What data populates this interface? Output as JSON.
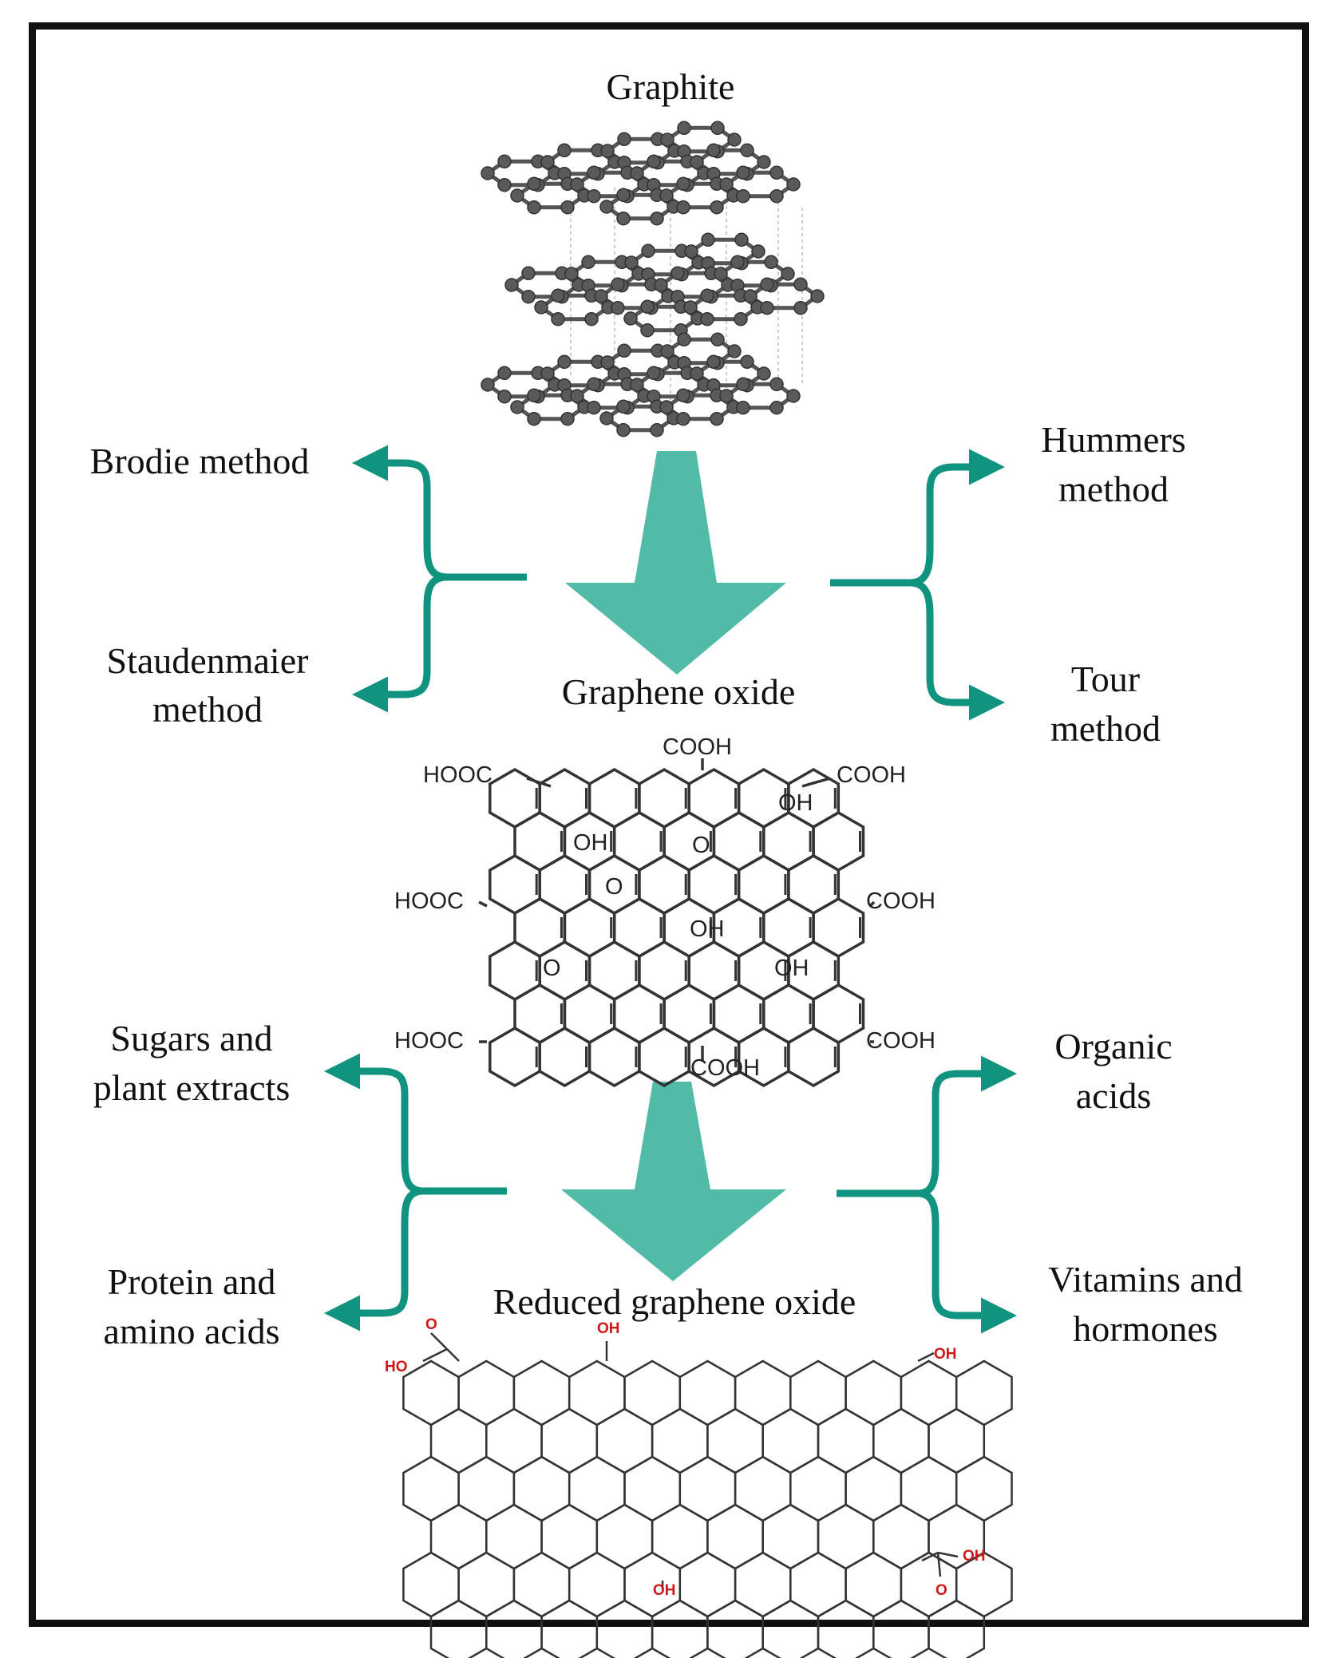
{
  "colors": {
    "accent": "#10937f",
    "arrow_fill": "#52bba8",
    "atom": "#5a5a5a",
    "bond": "#333333",
    "label_red": "#d01818",
    "frame": "#111111"
  },
  "stages": {
    "graphite": "Graphite",
    "graphene_oxide": "Graphene oxide",
    "reduced_graphene_oxide": "Reduced graphene oxide"
  },
  "oxidation_methods": {
    "left_top": "Brodie method",
    "left_bottom_1": "Staudenmaier",
    "left_bottom_2": "method",
    "right_top_1": "Hummers",
    "right_top_2": "method",
    "right_bottom_1": "Tour",
    "right_bottom_2": "method"
  },
  "reducing_agents": {
    "left_top_1": "Sugars and",
    "left_top_2": "plant extracts",
    "left_bottom_1": "Protein and",
    "left_bottom_2": "amino acids",
    "right_top_1": "Organic",
    "right_top_2": "acids",
    "right_bottom_1": "Vitamins and",
    "right_bottom_2": "hormones"
  },
  "go_groups": {
    "cooh": "COOH",
    "hooc": "HOOC",
    "oh": "OH",
    "o": "O"
  },
  "rgo_groups": {
    "oh": "OH",
    "ho": "HO",
    "o": "O"
  }
}
